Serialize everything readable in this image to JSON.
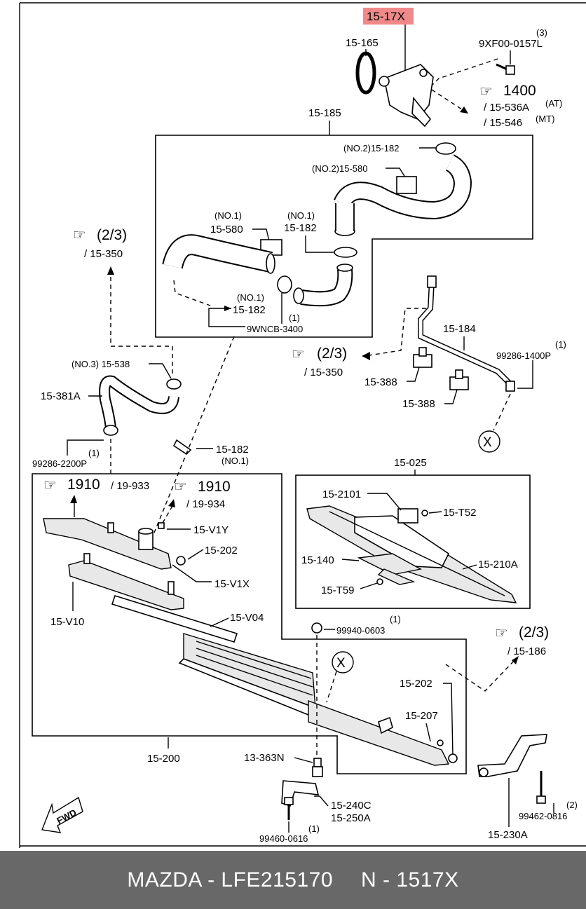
{
  "header_part": "15-17X",
  "labels": {
    "l_15_165": "15-165",
    "l_9xf00": "9XF00-0157L",
    "l_9xf00_qty": "(3)",
    "l_ref1400": "1400",
    "l_15_536a": "/ 15-536A",
    "l_at": "(AT)",
    "l_15_546": "/ 15-546",
    "l_mt": "(MT)",
    "l_15_185": "15-185",
    "l_no2_182": "(NO.2)15-182",
    "l_no2_580": "(NO.2)15-580",
    "l_no1_580_a": "(NO.1)",
    "l_no1_580_b": "15-580",
    "l_no1_182_a": "(NO.1)",
    "l_no1_182_b": "15-182",
    "l_no1_182c_a": "(NO.1)",
    "l_no1_182c_b": "15-182",
    "l_9wncb_qty": "(1)",
    "l_9wncb": "9WNCB-3400",
    "l_ref23_a": "(2/3)",
    "l_15_350_a": "/ 15-350",
    "l_ref23_b": "(2/3)",
    "l_15_350_b": "/ 15-350",
    "l_15_184": "15-184",
    "l_99286_1400_qty": "(1)",
    "l_99286_1400": "99286-1400P",
    "l_15_388_a": "15-388",
    "l_15_388_b": "15-388",
    "l_x1": "X",
    "l_no3_538": "(NO.3) 15-538",
    "l_15_381a": "15-381A",
    "l_99286_2200_qty": "(1)",
    "l_99286_2200": "99286-2200P",
    "l_15_182_d": "15-182",
    "l_15_182_d_no": "(NO.1)",
    "l_ref1910_a": "1910",
    "l_19_933": "/ 19-933",
    "l_ref1910_b": "1910",
    "l_19_934": "/ 19-934",
    "l_15_v1y": "15-V1Y",
    "l_15_202_a": "15-202",
    "l_15_v1x": "15-V1X",
    "l_15_v10": "15-V10",
    "l_15_v04": "15-V04",
    "l_15_025": "15-025",
    "l_15_2101": "15-2101",
    "l_15_t52": "15-T52",
    "l_15_140": "15-140",
    "l_15_210a": "15-210A",
    "l_15_t59": "15-T59",
    "l_99940_qty": "(1)",
    "l_99940": "99940-0603",
    "l_x2": "X",
    "l_ref23_c": "(2/3)",
    "l_15_186": "/ 15-186",
    "l_15_202_b": "15-202",
    "l_15_207": "15-207",
    "l_15_200": "15-200",
    "l_13_363n": "13-363N",
    "l_15_240c": "15-240C",
    "l_15_250a": "15-250A",
    "l_99460_qty": "(1)",
    "l_99460": "99460-0616",
    "l_99462_qty": "(2)",
    "l_99462": "99462-0816",
    "l_15_230a": "15-230A",
    "l_fwd": "FWD"
  },
  "footer": {
    "left": "MAZDA - LFE215170",
    "right": "N - 1517X"
  },
  "colors": {
    "highlight": "#f08a8a",
    "footer_bg": "#686868"
  }
}
